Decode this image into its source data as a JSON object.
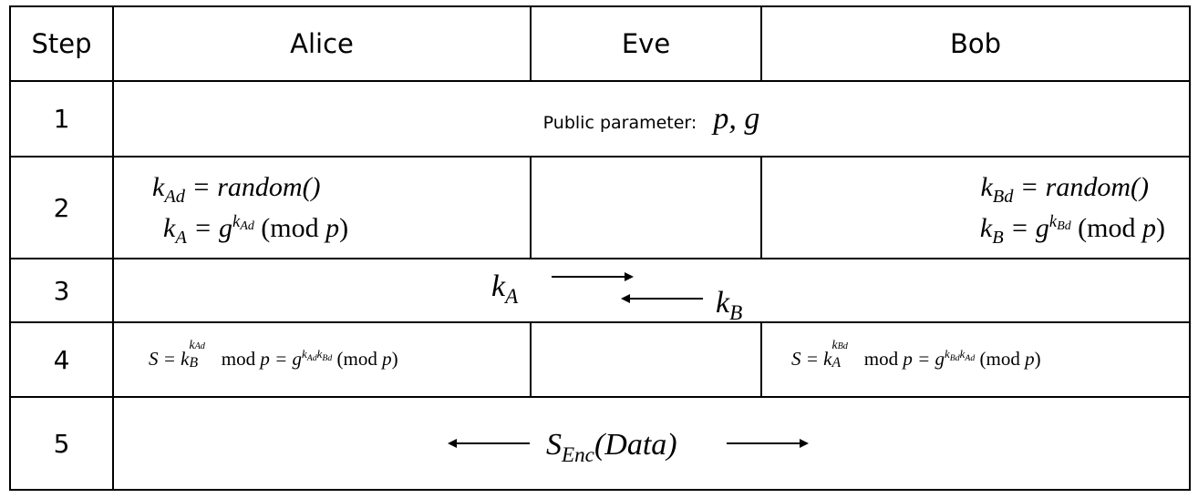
{
  "header": {
    "step": "Step",
    "alice": "Alice",
    "eve": "Eve",
    "bob": "Bob"
  },
  "rows": [
    {
      "step": "1",
      "label": "Public parameter:",
      "expr": "p, g"
    },
    {
      "step": "2",
      "alice_line1": {
        "base": "k",
        "sub": "Ad",
        "rest": " = random()"
      },
      "alice_line2": {
        "base": "k",
        "sub": "A",
        "eq": " = g",
        "exp_base": "k",
        "exp_sub": "Ad",
        "mod": "(mod ",
        "p": "p",
        "close": ")"
      },
      "bob_line1": {
        "base": "k",
        "sub": "Bd",
        "rest": " = random()"
      },
      "bob_line2": {
        "base": "k",
        "sub": "B",
        "eq": " = g",
        "exp_base": "k",
        "exp_sub": "Bd",
        "mod": "(mod ",
        "p": "p",
        "close": ")"
      }
    },
    {
      "step": "3",
      "left_term": {
        "base": "k",
        "sub": "A"
      },
      "right_term": {
        "base": "k",
        "sub": "B"
      }
    },
    {
      "step": "4",
      "alice": {
        "s": "S = ",
        "base": "k",
        "sub": "B",
        "exp_base": "k",
        "exp_sub": "Ad",
        "mid": " mod ",
        "p": "p",
        "eq": " = g",
        "e1": "k",
        "e1sub": "Ad",
        "e2": "k",
        "e2sub": "Bd",
        "mod": " (mod ",
        "p2": "p",
        "close": ")"
      },
      "bob": {
        "s": "S = ",
        "base": "k",
        "sub": "A",
        "exp_base": "k",
        "exp_sub": "Bd",
        "mid": " mod ",
        "p": "p",
        "eq": " = g",
        "e1": "k",
        "e1sub": "Bd",
        "e2": "k",
        "e2sub": "Ad",
        "mod": " (mod ",
        "p2": "p",
        "close": ")"
      }
    },
    {
      "step": "5",
      "base": "S",
      "sub": "Enc",
      "arg": "(Data)"
    }
  ]
}
